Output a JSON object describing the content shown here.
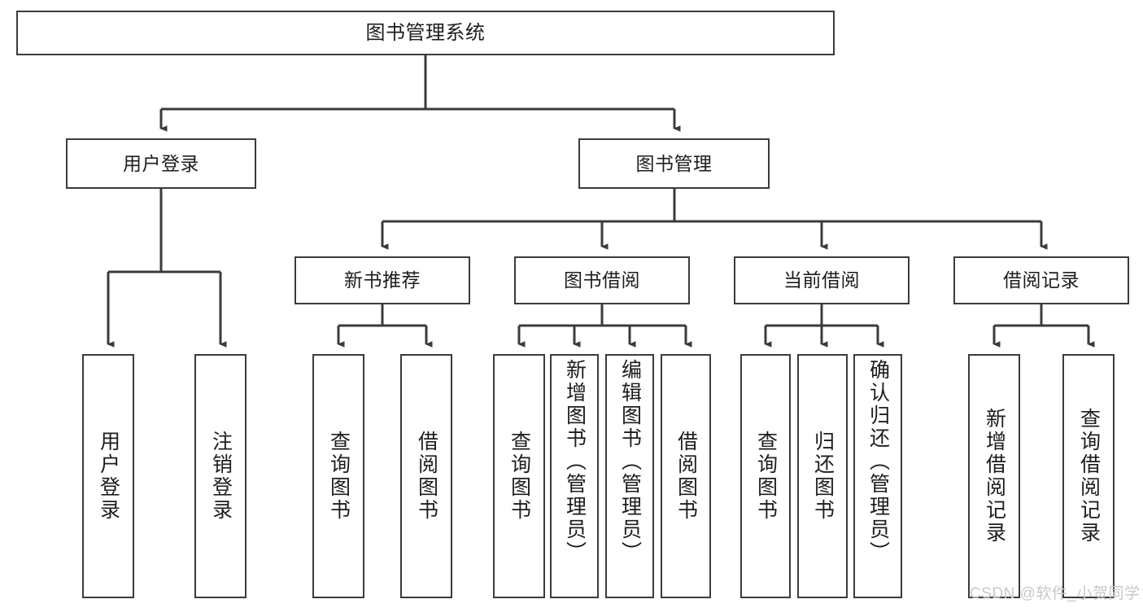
{
  "diagram": {
    "title": "图书管理系统",
    "type": "hierarchy-tree",
    "colors": {
      "stroke": "#3b3b3b",
      "fill": "#ffffff",
      "text": "#1d1d1d",
      "watermark": "#c9c9c9"
    },
    "levels": {
      "root": {
        "label": "图书管理系统"
      },
      "level2": [
        {
          "label": "用户登录"
        },
        {
          "label": "图书管理"
        }
      ],
      "level3": [
        {
          "label": "新书推荐"
        },
        {
          "label": "图书借阅"
        },
        {
          "label": "当前借阅"
        },
        {
          "label": "借阅记录"
        }
      ],
      "leaves": {
        "user_login": [
          {
            "label": "用户登录"
          },
          {
            "label": "注销登录"
          }
        ],
        "new_book": [
          {
            "label": "查询图书"
          },
          {
            "label": "借阅图书"
          }
        ],
        "book_borrow": [
          {
            "label": "查询图书"
          },
          {
            "label": "新增图书（管理员）"
          },
          {
            "label": "编辑图书（管理员）"
          },
          {
            "label": "借阅图书"
          }
        ],
        "current_borrow": [
          {
            "label": "查询图书"
          },
          {
            "label": "归还图书"
          },
          {
            "label": "确认归还（管理员）"
          }
        ],
        "borrow_record": [
          {
            "label": "新增借阅记录"
          },
          {
            "label": "查询借阅记录"
          }
        ]
      }
    }
  },
  "watermark": {
    "text": "CSDN @软件_小贺同学"
  }
}
